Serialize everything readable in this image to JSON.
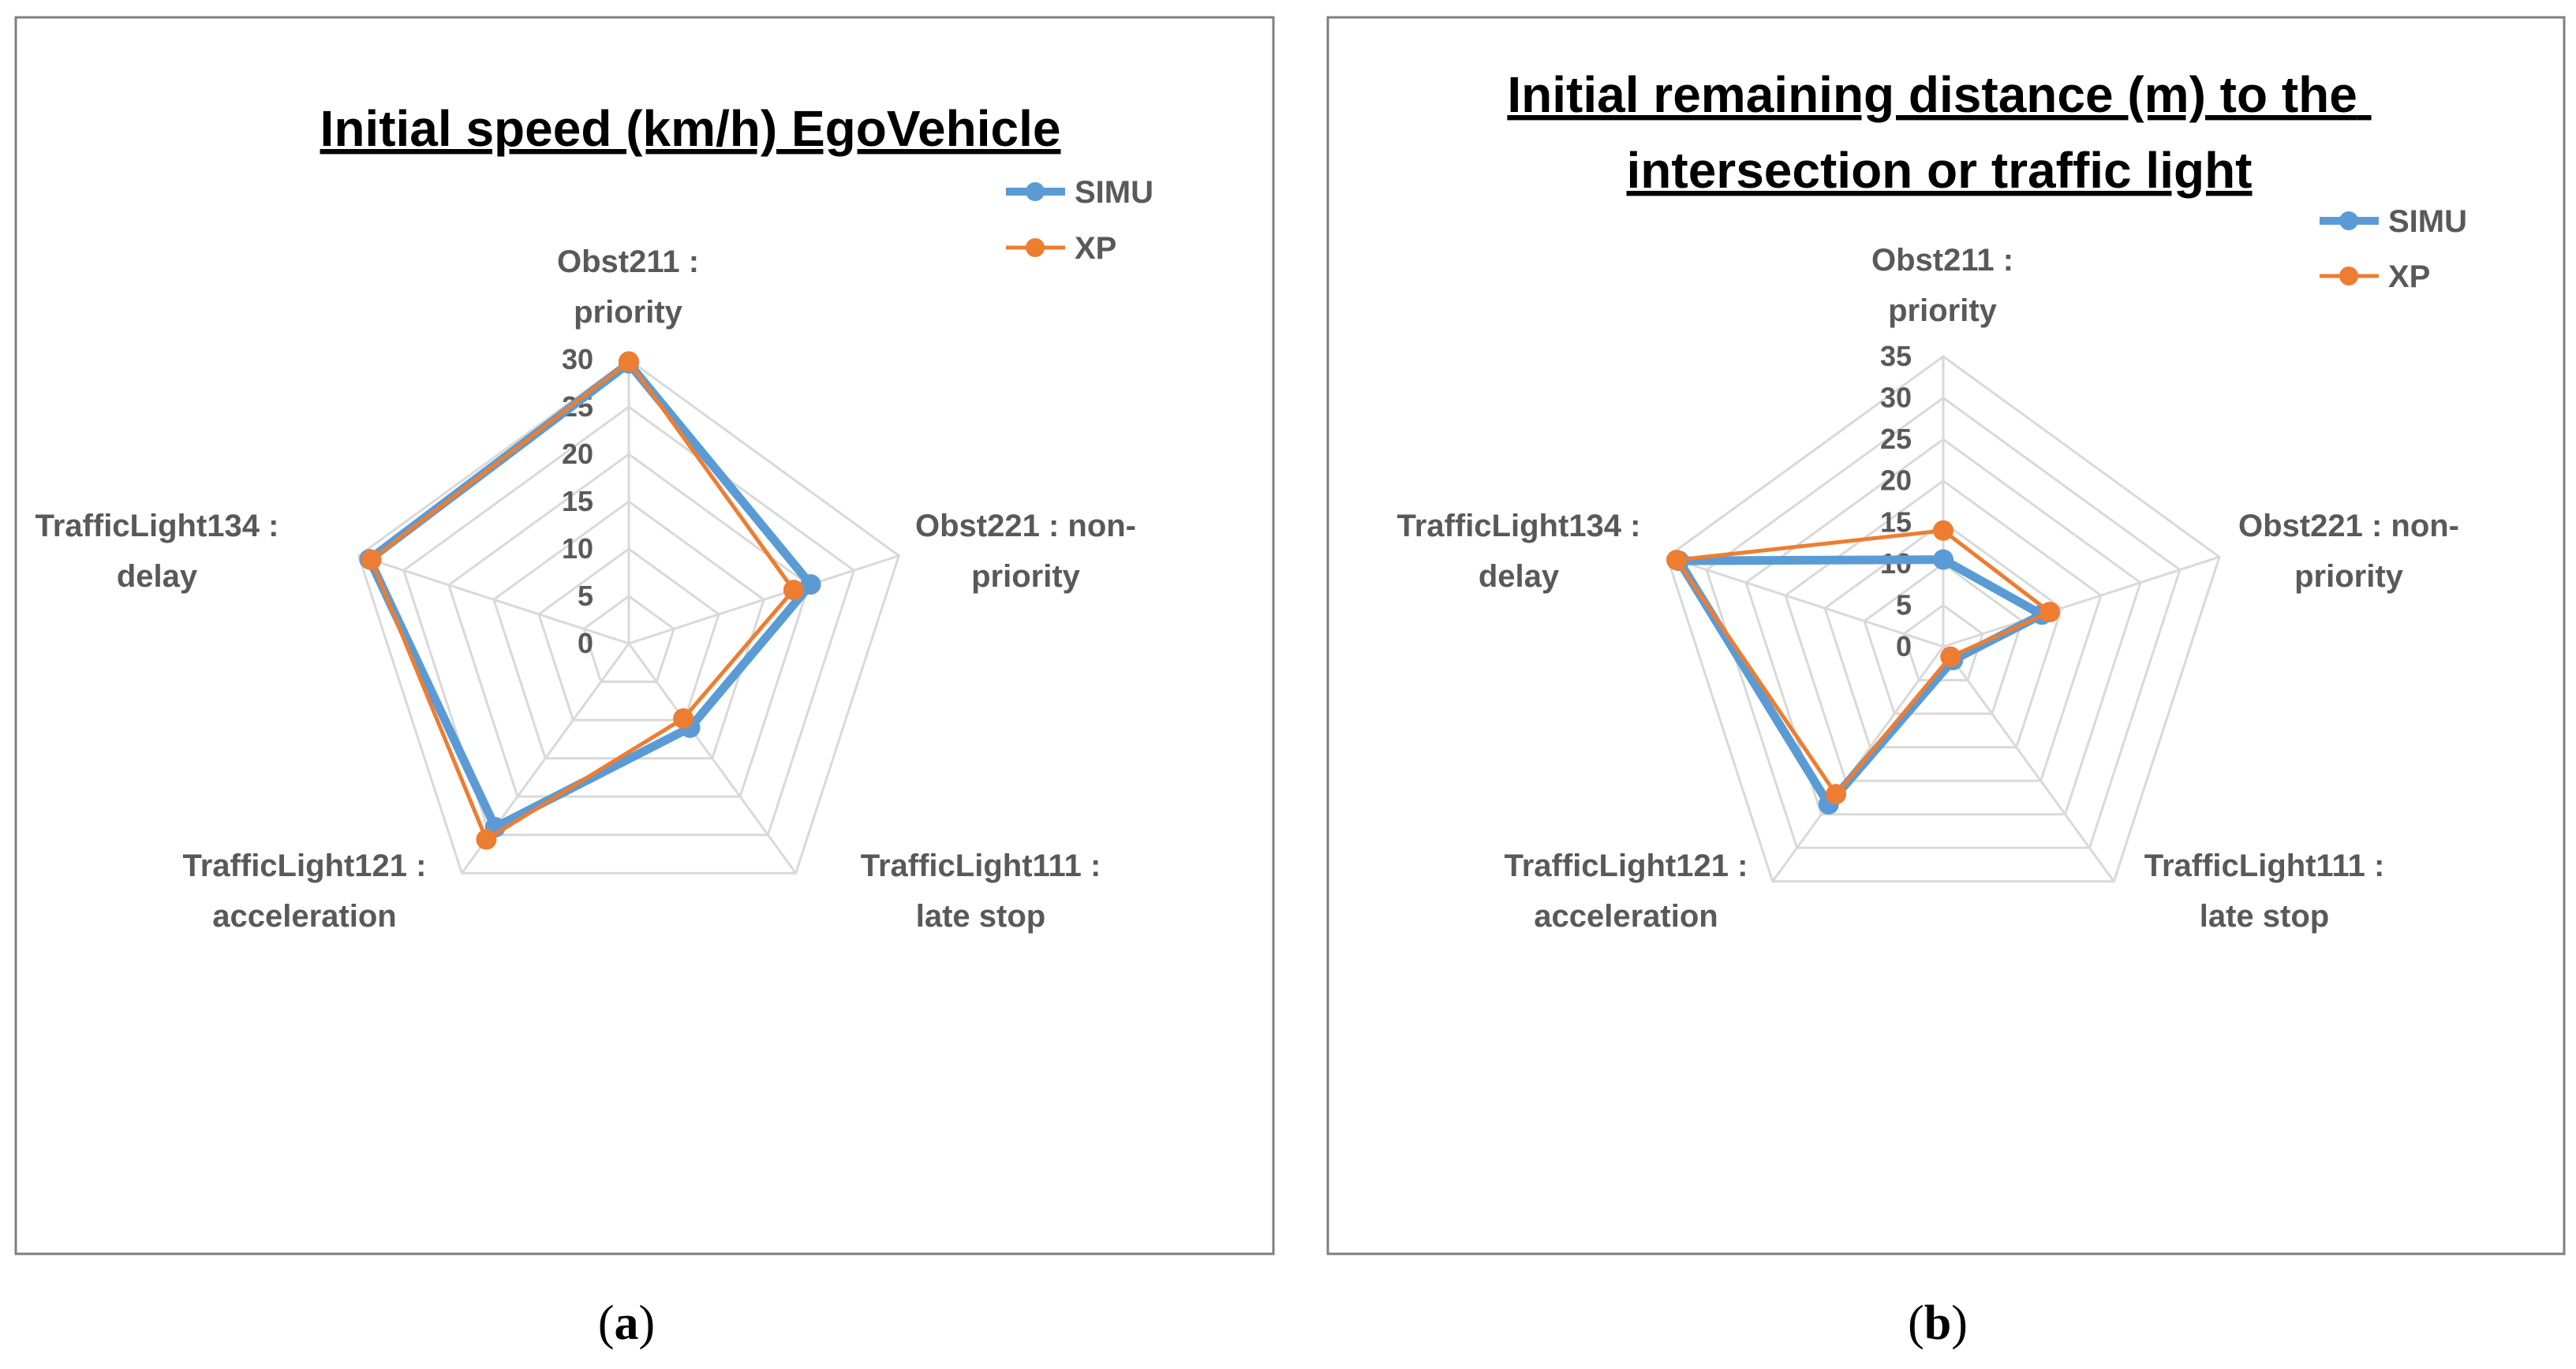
{
  "chart_data": [
    {
      "type": "radar",
      "title": "Initial speed (km/h) EgoVehicle",
      "panel": "a",
      "categories": [
        [
          "Obst211 :",
          "priority"
        ],
        [
          "Obst221 : non-",
          "priority"
        ],
        [
          "TrafficLight111 :",
          "late stop"
        ],
        [
          "TrafficLight121 :",
          "acceleration"
        ],
        [
          "TrafficLight134 :",
          "delay"
        ]
      ],
      "ticks": [
        0,
        5,
        10,
        15,
        20,
        25,
        30
      ],
      "rmax": 30,
      "series": [
        {
          "name": "SIMU",
          "values": [
            29.6,
            20.2,
            11.0,
            24.0,
            28.8
          ]
        },
        {
          "name": "XP",
          "values": [
            29.8,
            18.3,
            9.8,
            25.6,
            28.6
          ]
        }
      ],
      "legend": "top-right"
    },
    {
      "type": "radar",
      "title": "Initial remaining distance (m) to the intersection or traffic light",
      "panel": "b",
      "categories": [
        [
          "Obst211 :",
          "priority"
        ],
        [
          "Obst221 : non-",
          "priority"
        ],
        [
          "TrafficLight111 :",
          "late stop"
        ],
        [
          "TrafficLight121 :",
          "acceleration"
        ],
        [
          "TrafficLight134 :",
          "delay"
        ]
      ],
      "ticks": [
        0,
        5,
        10,
        15,
        20,
        25,
        30,
        35
      ],
      "rmax": 35,
      "series": [
        {
          "name": "SIMU",
          "values": [
            10.5,
            12.5,
            2.0,
            23.5,
            33.5
          ]
        },
        {
          "name": "XP",
          "values": [
            14.0,
            13.5,
            1.5,
            22.0,
            33.8
          ]
        }
      ],
      "legend": "top-right"
    }
  ],
  "colors": {
    "SIMU": "#5b9bd5",
    "XP": "#ed7d31",
    "grid": "#d9d9d9",
    "frame": "#7f7f7f"
  }
}
